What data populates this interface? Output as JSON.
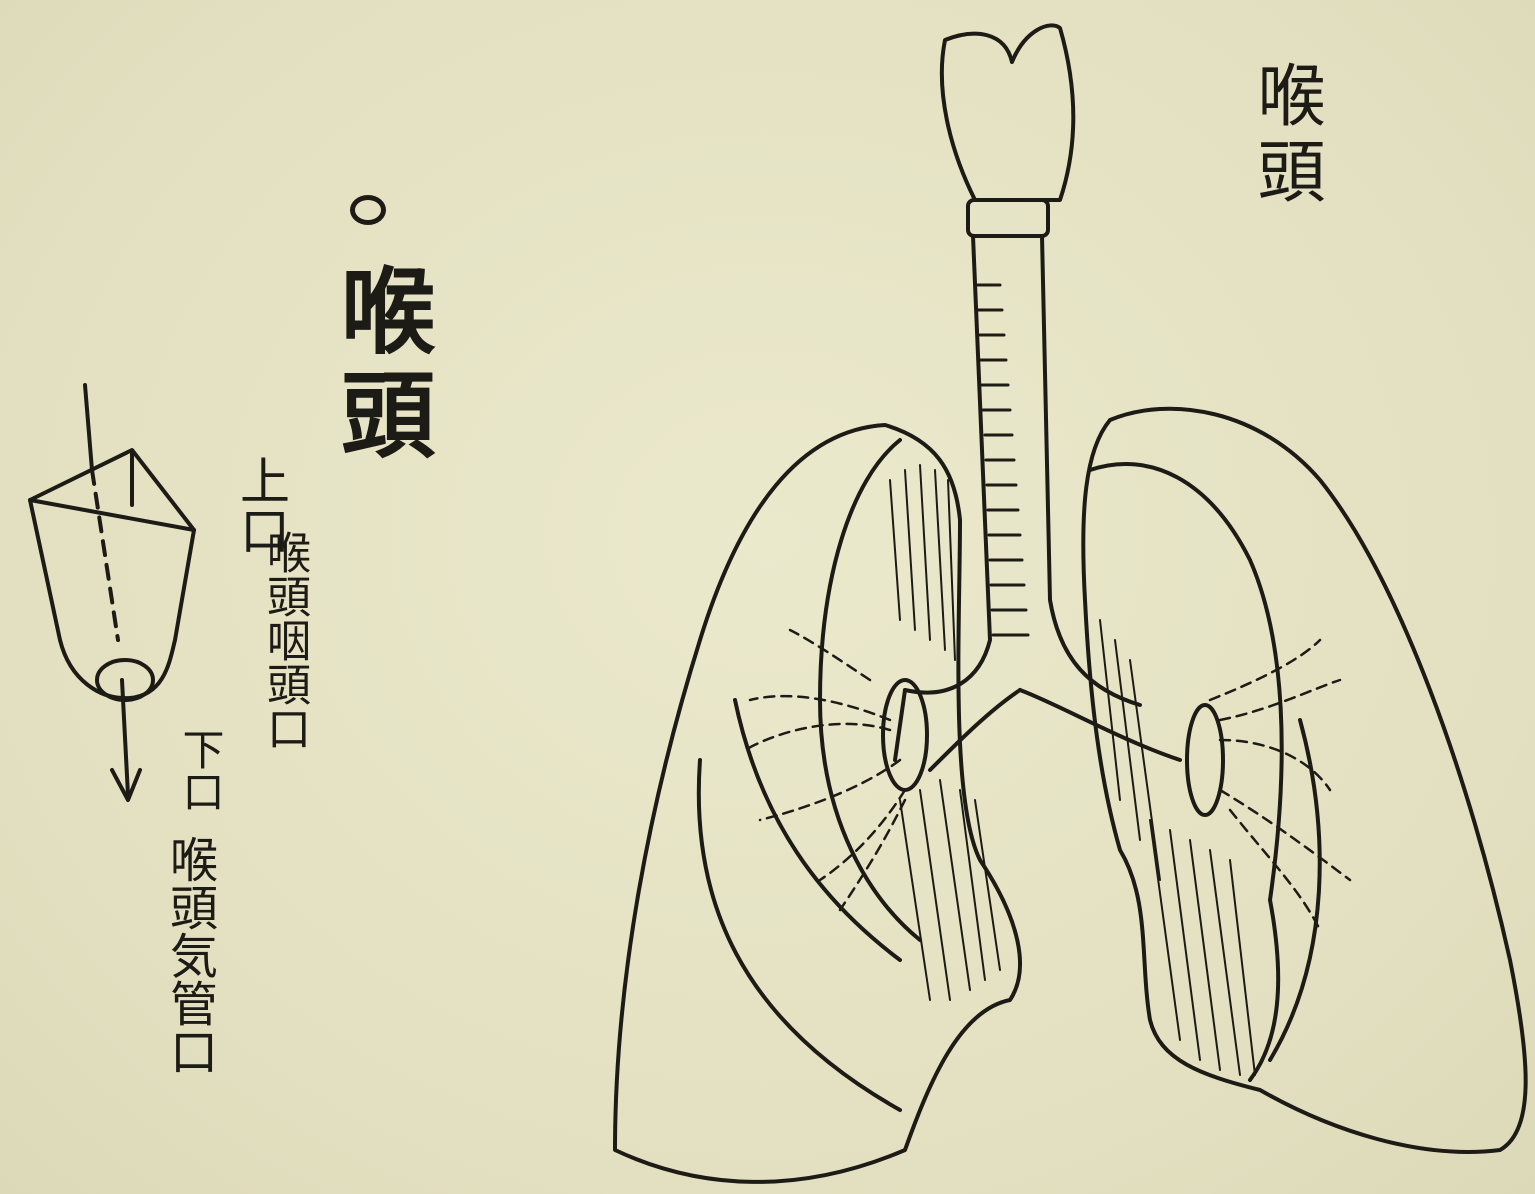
{
  "labels": {
    "heading": "喉頭",
    "upper_mark": "上口",
    "upper_desc": "喉頭咽頭口",
    "lower_mark": "下口",
    "lower_desc": "喉頭気管口",
    "right_label": "喉頭"
  },
  "colors": {
    "paper": "#e6e4c6",
    "ink": "#1d1b16"
  }
}
